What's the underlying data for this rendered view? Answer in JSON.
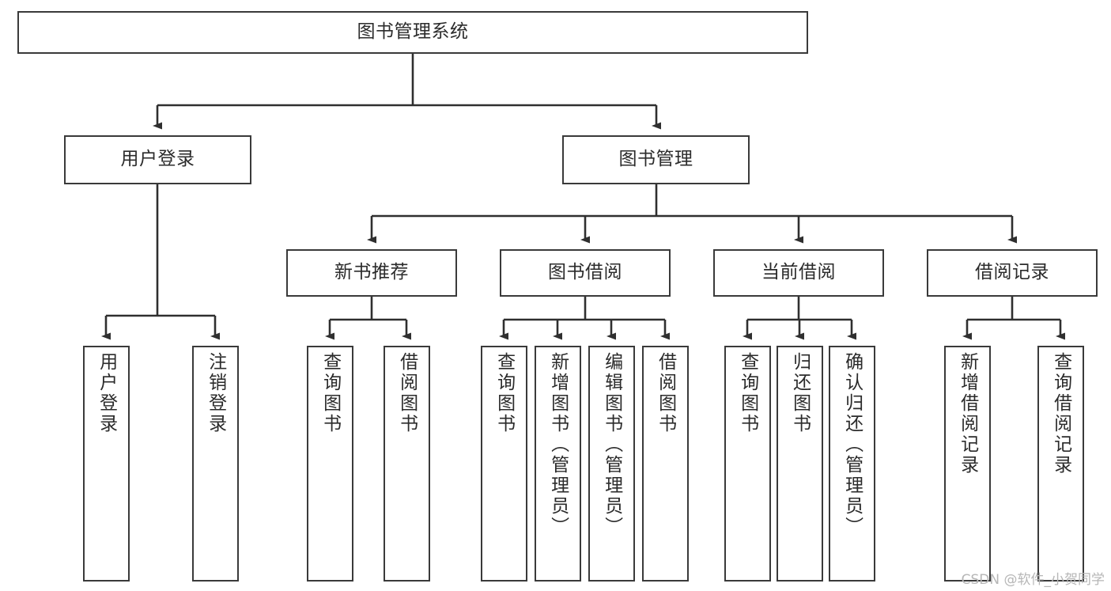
{
  "diagram": {
    "title": "图书管理系统",
    "type": "tree-hierarchy-diagram",
    "colors": {
      "box_border": "#3a3a3a",
      "box_fill": "#ffffff",
      "edge": "#2f2f2f",
      "text": "#2b2b2b",
      "watermark": "#b6b6b6",
      "background": "#ffffff"
    },
    "nodes": {
      "root": {
        "label": "图书管理系统"
      },
      "level2": [
        {
          "label": "用户登录"
        },
        {
          "label": "图书管理"
        }
      ],
      "level3": [
        {
          "label": "新书推荐"
        },
        {
          "label": "图书借阅"
        },
        {
          "label": "当前借阅"
        },
        {
          "label": "借阅记录"
        }
      ],
      "leaves_user_login": [
        {
          "label": "用户登录"
        },
        {
          "label": "注销登录"
        }
      ],
      "leaves_new_books": [
        {
          "label": "查询图书"
        },
        {
          "label": "借阅图书"
        }
      ],
      "leaves_borrow": [
        {
          "label": "查询图书"
        },
        {
          "label": "新增图书（管理员）"
        },
        {
          "label": "编辑图书（管理员）"
        },
        {
          "label": "借阅图书"
        }
      ],
      "leaves_current": [
        {
          "label": "查询图书"
        },
        {
          "label": "归还图书"
        },
        {
          "label": "确认归还（管理员）"
        }
      ],
      "leaves_records": [
        {
          "label": "新增借阅记录"
        },
        {
          "label": "查询借阅记录"
        }
      ]
    },
    "watermark": "CSDN @软件_小贺同学"
  }
}
